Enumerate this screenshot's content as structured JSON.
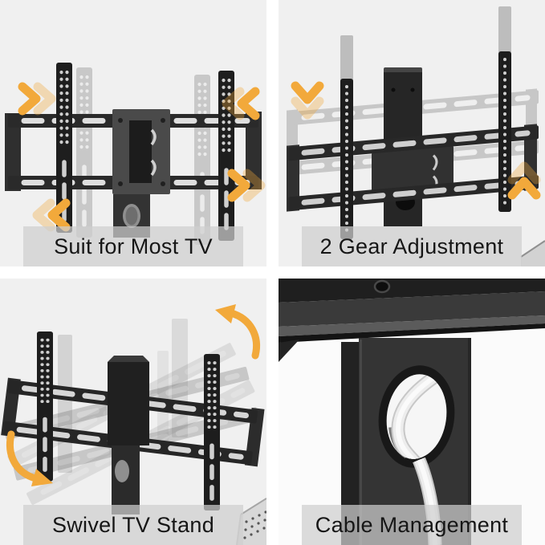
{
  "page": {
    "type": "product-feature-collage",
    "background": "#ffffff",
    "panel_background": "#f0f0f0"
  },
  "colors": {
    "accent_arrow": "#F2A93B",
    "accent_arrow_faded": "#F6DEAC",
    "product_dark": "#2a2a2a",
    "ghost_grey": "#c9c9c9",
    "caption_bg": "#cfcfcf",
    "caption_text": "#161616",
    "cable_white": "#f0f0f0"
  },
  "panels": [
    {
      "id": "suit-for-most-tv",
      "caption": "Suit for Most TV",
      "illustration": "tv-mount-bracket-width-adjustment",
      "icons": [
        "chevron-right-icon",
        "chevron-left-icon",
        "chevron-left-icon",
        "chevron-right-icon"
      ]
    },
    {
      "id": "gear-adjustment",
      "caption": "2 Gear Adjustment",
      "illustration": "tv-mount-height-positions",
      "icons": [
        "chevron-down-icon",
        "chevron-up-icon"
      ]
    },
    {
      "id": "swivel-tv-stand",
      "caption": "Swivel TV Stand",
      "illustration": "tv-mount-swivel-motion",
      "icons": [
        "curved-arrow-ccw-icon",
        "curved-arrow-cw-icon"
      ]
    },
    {
      "id": "cable-management",
      "caption": "Cable Management",
      "illustration": "stand-column-cable-hole",
      "icons": []
    }
  ]
}
